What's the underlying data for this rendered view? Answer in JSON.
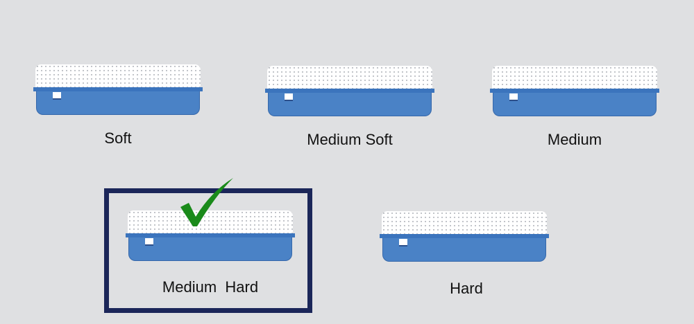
{
  "options": [
    {
      "label": "Soft",
      "selected": false
    },
    {
      "label": "Medium Soft",
      "selected": false
    },
    {
      "label": "Medium",
      "selected": false
    },
    {
      "label": "Medium  Hard",
      "selected": true
    },
    {
      "label": "Hard",
      "selected": false
    }
  ],
  "colors": {
    "frame": "#1b2659",
    "check": "#1a8a1a",
    "mattress": "#4a82c6"
  },
  "icons": {
    "selected": "checkmark-icon"
  }
}
